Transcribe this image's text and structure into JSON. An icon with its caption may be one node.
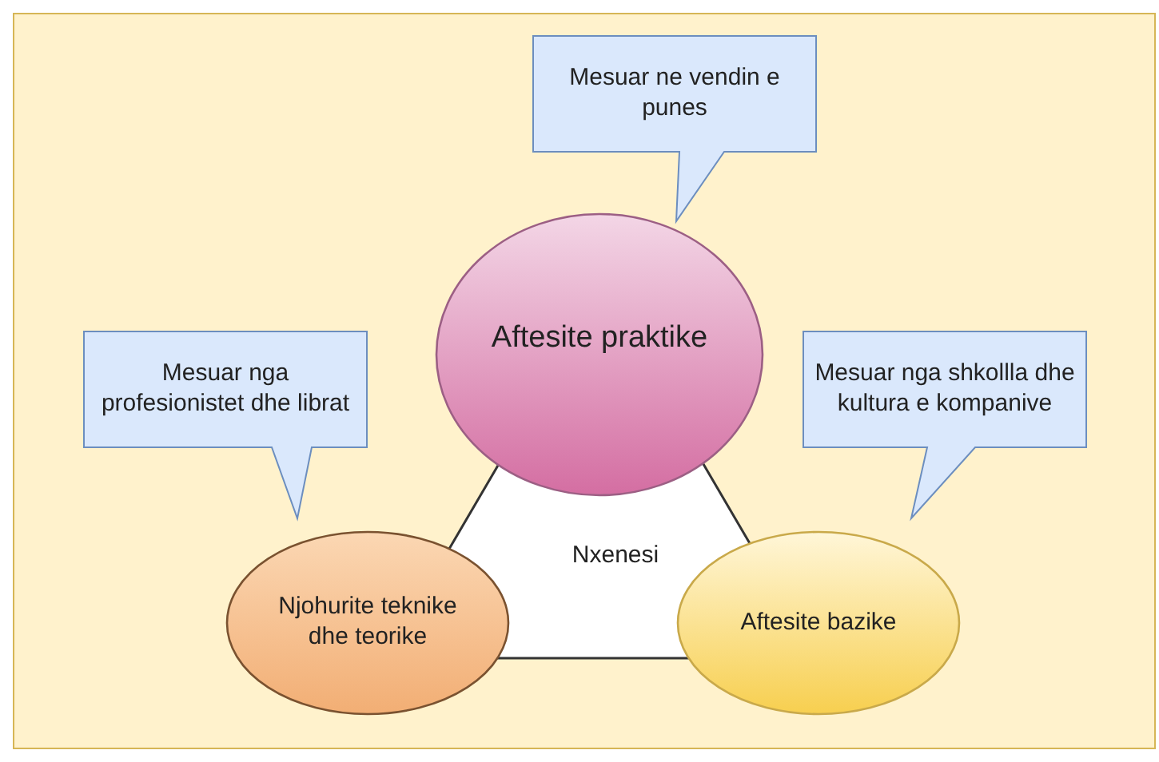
{
  "diagram": {
    "nodes": [
      {
        "text": [
          "Mesuar ne vendin e punes"
        ]
      },
      {
        "text": [
          "Aftesite praktike"
        ]
      },
      {
        "text": [
          "Mesuar nga profesionistet dhe librat"
        ]
      },
      {
        "text": [
          "Mesuar nga shkollla dhe kultura e kompanive"
        ]
      },
      {
        "text": [
          "Nxenesi"
        ]
      },
      {
        "text": [
          "Njohurite teknike dhe teorike"
        ]
      },
      {
        "text": [
          "Aftesite bazike"
        ]
      }
    ]
  }
}
